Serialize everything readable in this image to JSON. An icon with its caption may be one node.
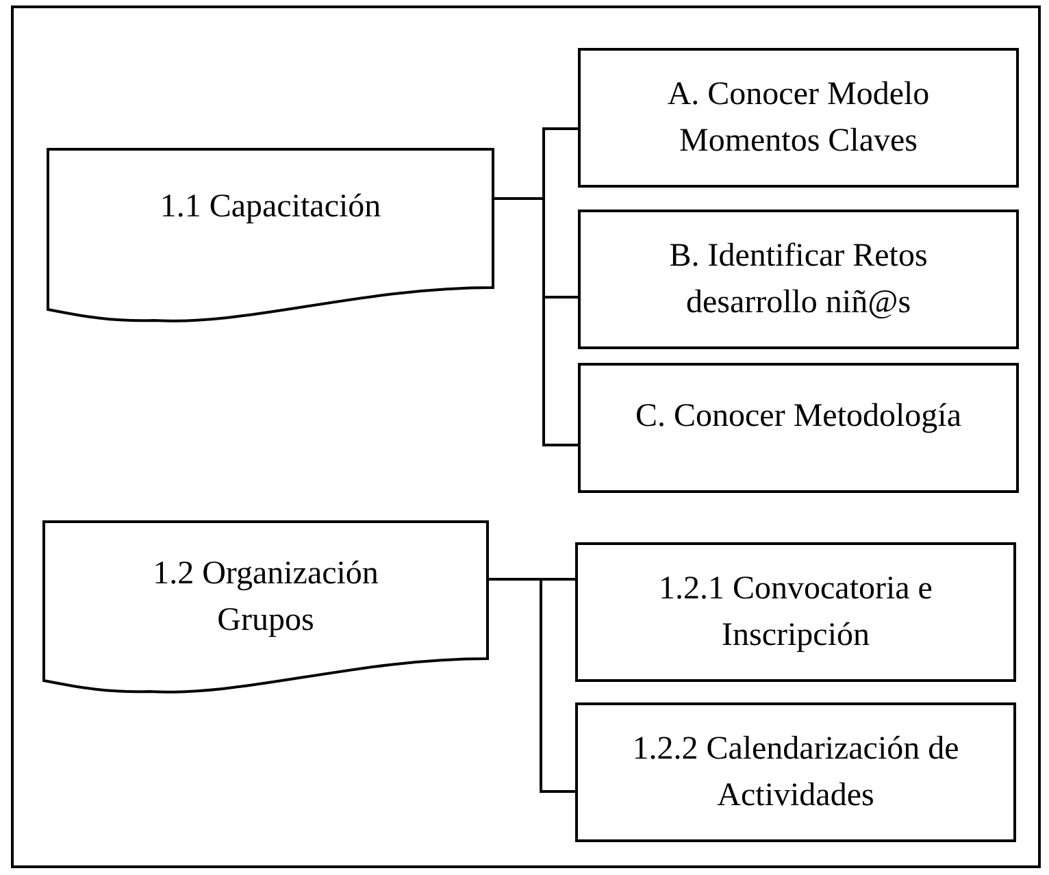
{
  "diagram": {
    "nodes": [
      {
        "text": [
          "1.1 Capacitación"
        ]
      },
      {
        "text": [
          "A. Conocer Modelo Momentos Claves"
        ]
      },
      {
        "text": [
          "B. Identificar Retos desarrollo niñ@s"
        ]
      },
      {
        "text": [
          "C. Conocer Metodología"
        ]
      },
      {
        "text": [
          "1.2 Organización Grupos"
        ]
      },
      {
        "text": [
          "1.2.1 Convocatoria e Inscripción"
        ]
      },
      {
        "text": [
          "1.2.2 Calendarización de Actividades"
        ]
      }
    ],
    "edges": [
      {
        "from": 0,
        "to": 1,
        "arrow": "none"
      },
      {
        "from": 0,
        "to": 2,
        "arrow": "none"
      },
      {
        "from": 0,
        "to": 3,
        "arrow": "none"
      },
      {
        "from": 4,
        "to": 5,
        "arrow": "none"
      },
      {
        "from": 4,
        "to": 6,
        "arrow": "none"
      }
    ]
  }
}
